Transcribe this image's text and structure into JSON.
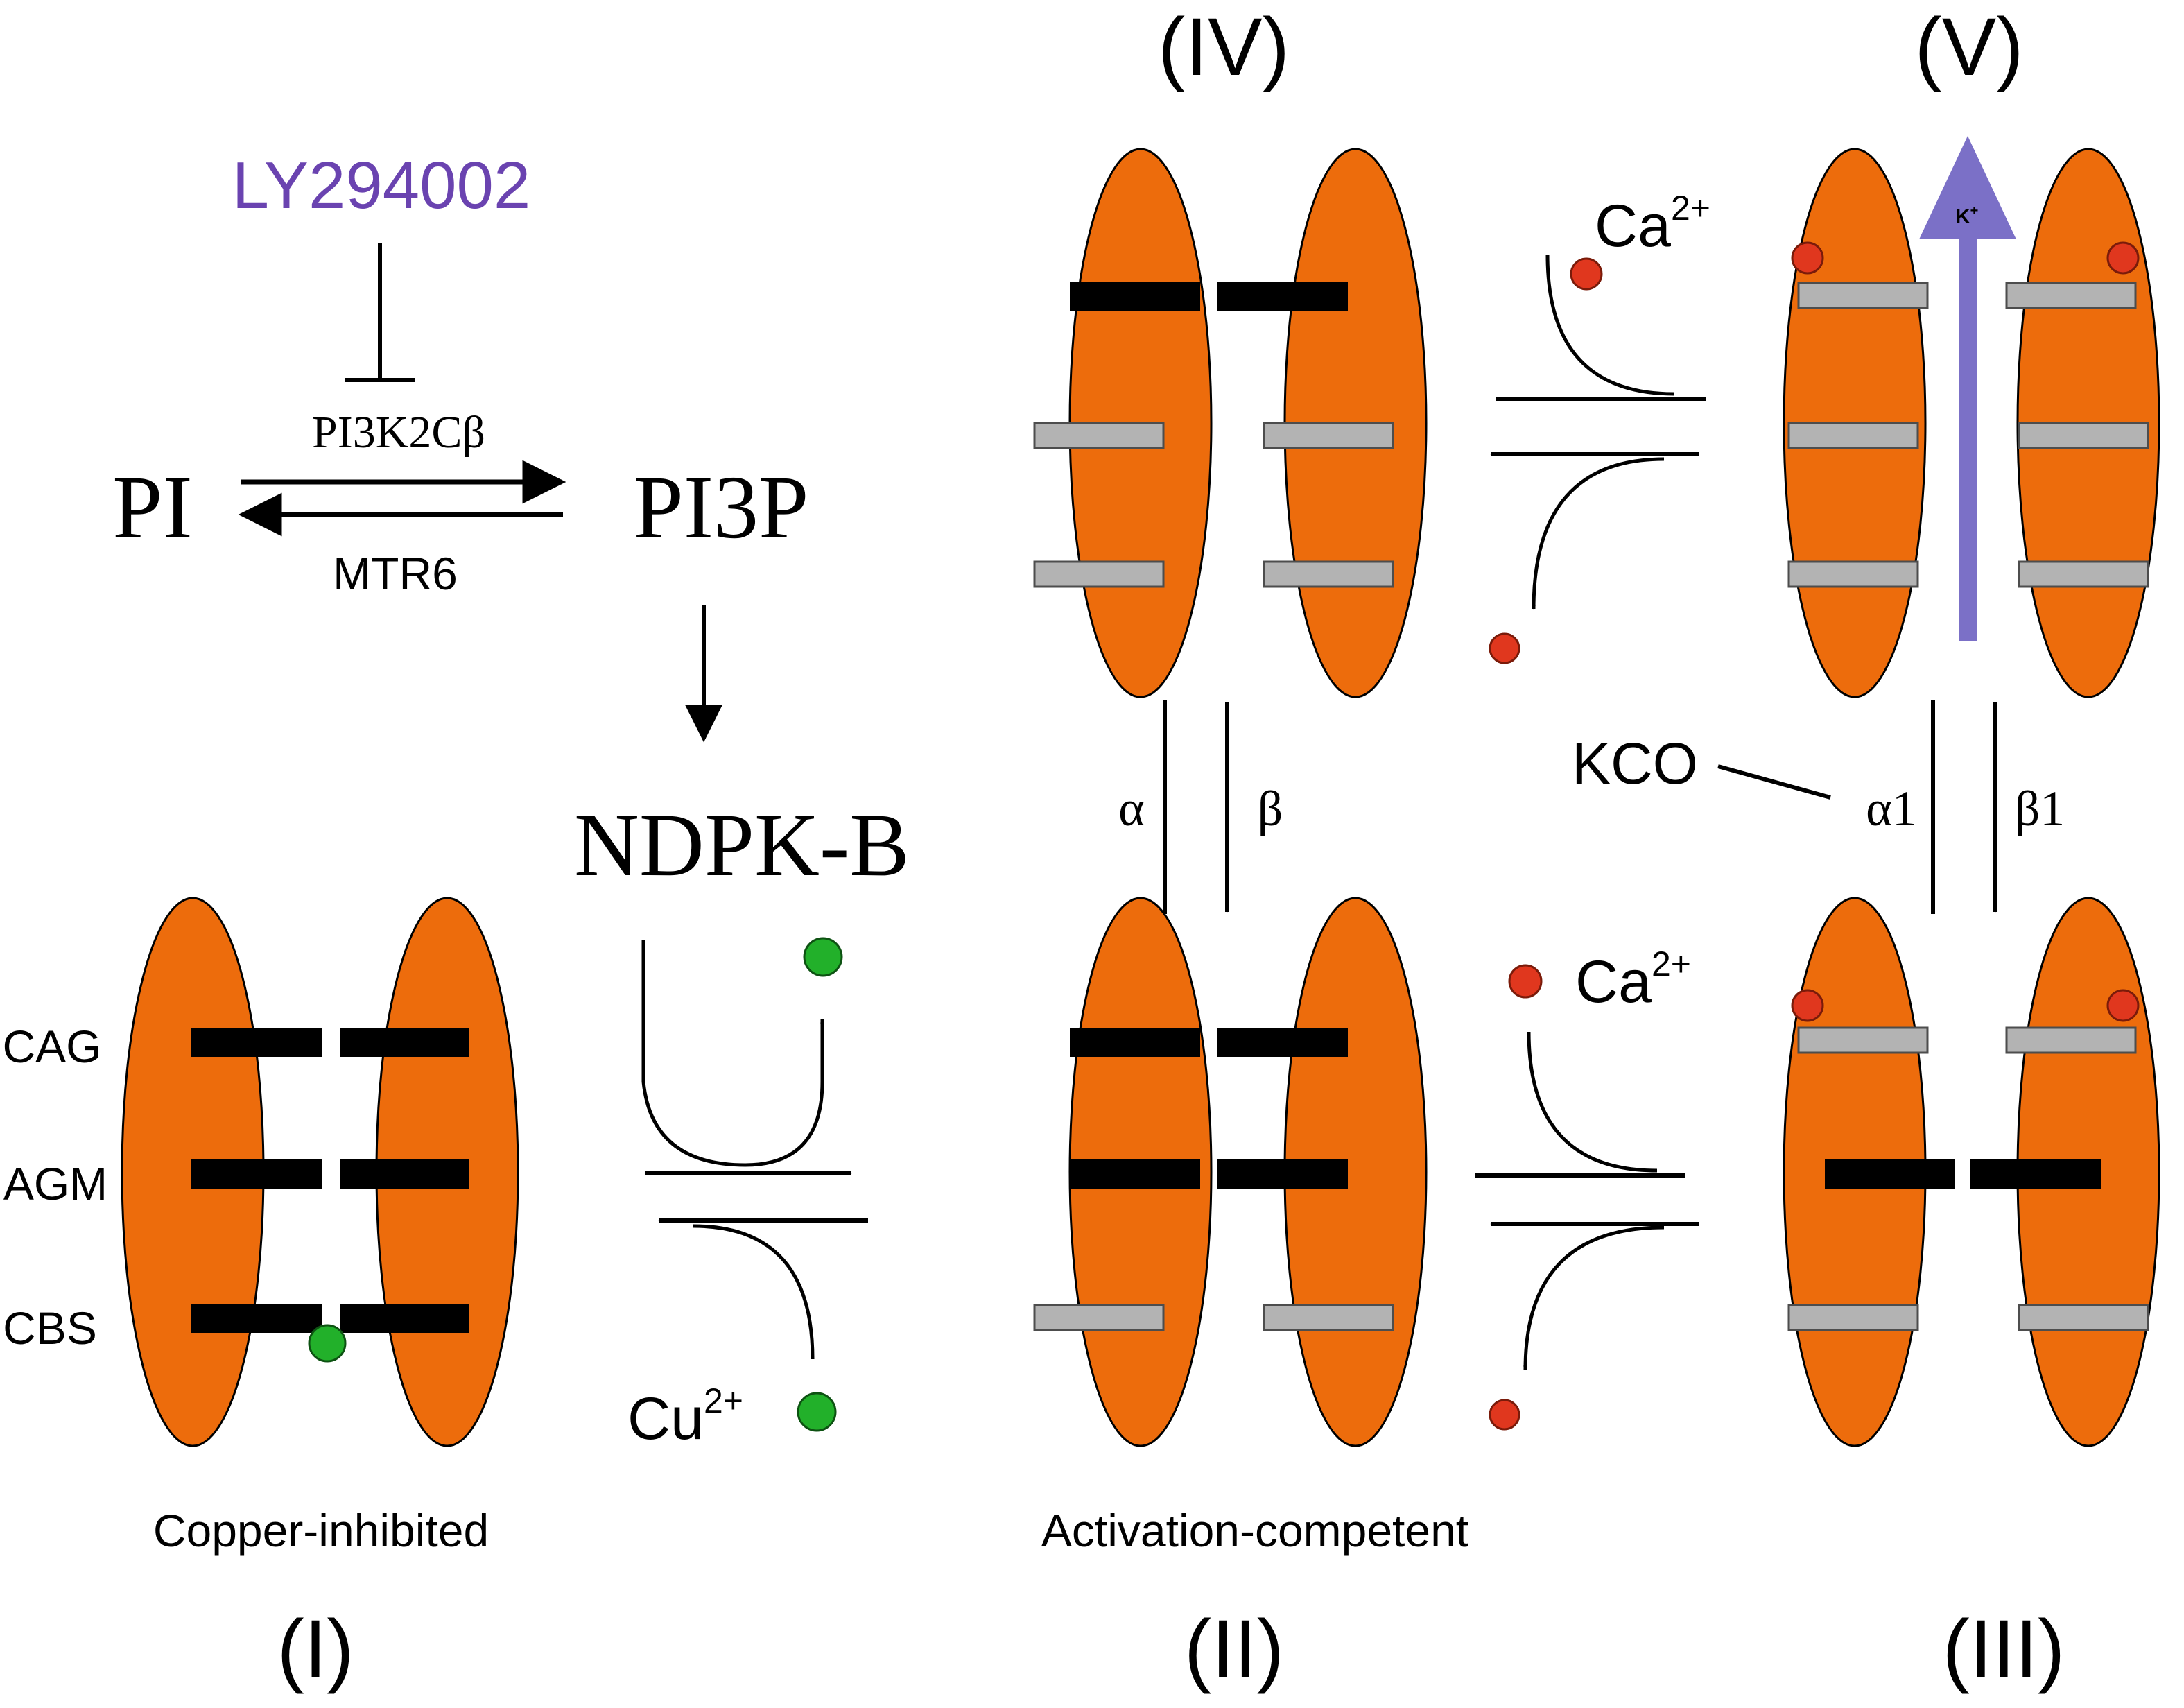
{
  "pathway": {
    "inhibitor": "LY294002",
    "inhibitor_color": "#6a43b0",
    "kinase": "PI3K2Cβ",
    "phosphatase": "MTR6",
    "substrate": "PI",
    "product": "PI3P",
    "effector": "NDPK-B"
  },
  "states": {
    "s1": {
      "numeral": "(I)",
      "caption": "Copper-inhibited"
    },
    "s2": {
      "numeral": "(II)",
      "caption": "Activation-competent"
    },
    "s3": {
      "numeral": "(III)"
    },
    "s4": {
      "numeral": "(IV)"
    },
    "s5": {
      "numeral": "(V)"
    }
  },
  "domains": [
    "CAG",
    "AGM",
    "CBS"
  ],
  "ions": {
    "ca_base": "Ca",
    "ca_charge": "2+",
    "cu_base": "Cu",
    "cu_charge": "2+",
    "k_base": "K",
    "k_charge": "+"
  },
  "rates": {
    "alpha": "α",
    "beta": "β",
    "alpha1": "α1",
    "beta1": "β1"
  },
  "opener": "KCO",
  "colors": {
    "subunit": "#ed6c0c",
    "closed_gate": "#000000",
    "open_gate": "#b3b3b3",
    "calcium": "#e0371e",
    "copper": "#22b02a",
    "potassium_flux": "#7b70c7"
  }
}
